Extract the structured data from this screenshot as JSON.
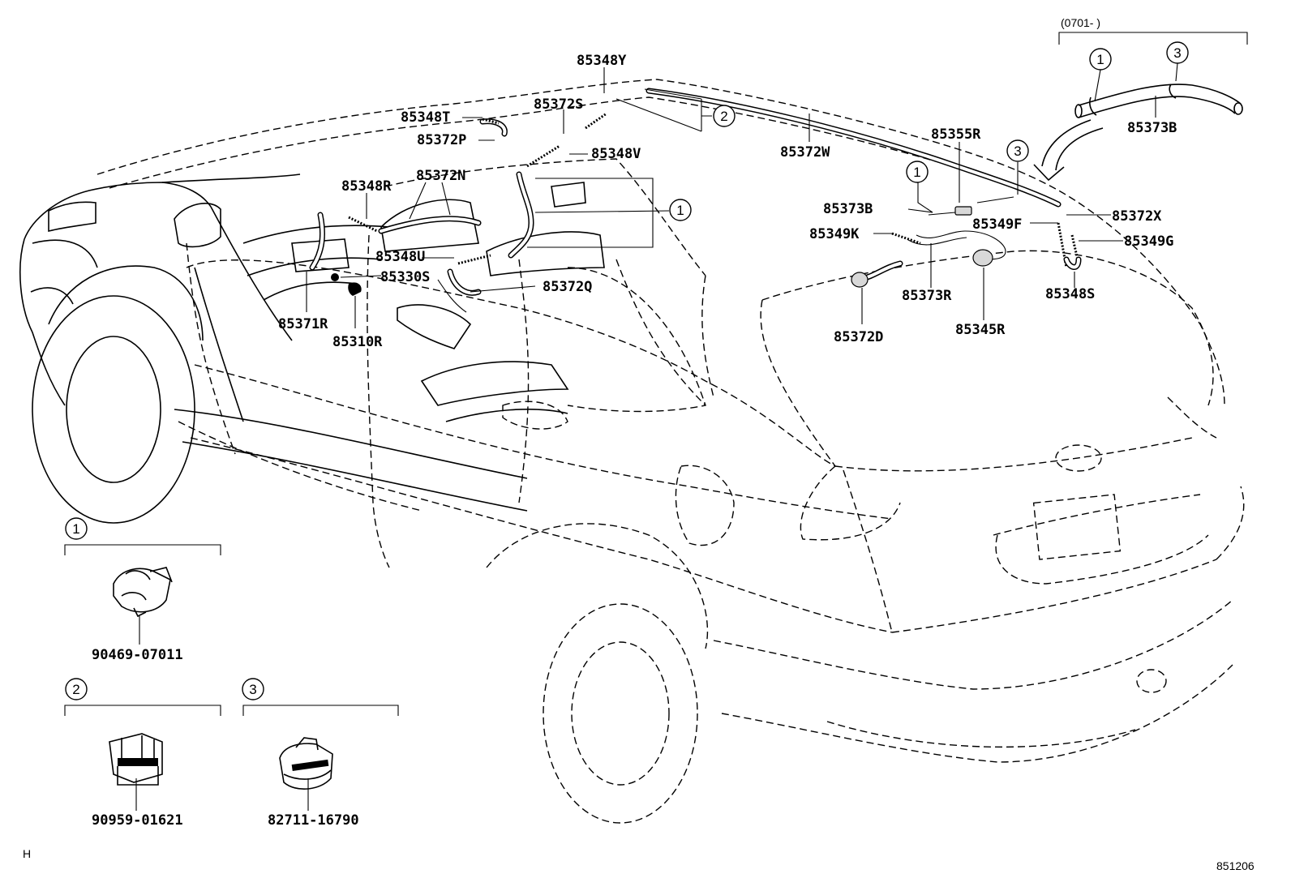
{
  "diagram_code": "851206",
  "corner_mark": "H",
  "inset": {
    "range_label": "(0701-      )"
  },
  "callouts": [
    "1",
    "2",
    "3"
  ],
  "part_labels": {
    "p85348Y": "85348Y",
    "p85372S": "85372S",
    "p85348T": "85348T",
    "p85372P": "85372P",
    "p85348V": "85348V",
    "p85372N": "85372N",
    "p85348R": "85348R",
    "p85348U": "85348U",
    "p85330S": "85330S",
    "p85372Q": "85372Q",
    "p85371R": "85371R",
    "p85310R": "85310R",
    "p85372W": "85372W",
    "p85355R": "85355R",
    "p85373B_main": "85373B",
    "p85349K": "85349K",
    "p85349F": "85349F",
    "p85372X": "85372X",
    "p85349G": "85349G",
    "p85348S": "85348S",
    "p85373R": "85373R",
    "p85345R": "85345R",
    "p85372D": "85372D",
    "p85373B_inset": "85373B"
  },
  "clip_parts": {
    "clip1": "90469-07011",
    "clip2": "90959-01621",
    "clip3": "82711-16790"
  }
}
